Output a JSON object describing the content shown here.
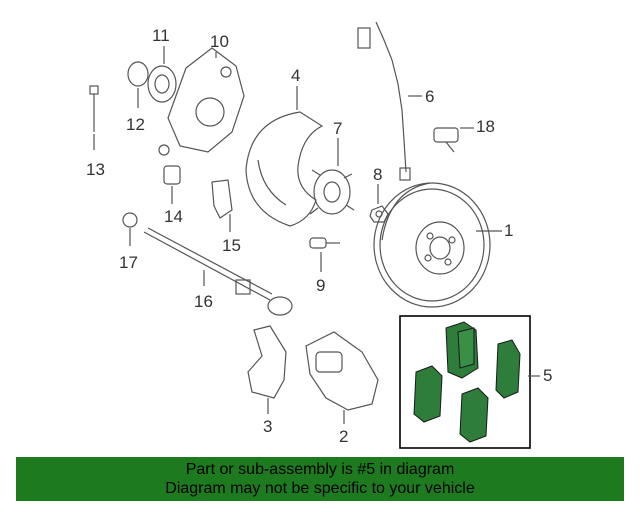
{
  "callouts": {
    "c1": "1",
    "c2": "2",
    "c3": "3",
    "c4": "4",
    "c5": "5",
    "c6": "6",
    "c7": "7",
    "c8": "8",
    "c9": "9",
    "c10": "10",
    "c11": "11",
    "c12": "12",
    "c13": "13",
    "c14": "14",
    "c15": "15",
    "c16": "16",
    "c17": "17",
    "c18": "18"
  },
  "footer": {
    "line1": "Part or sub-assembly is #5 in diagram",
    "line2": "Diagram may not be specific to your vehicle"
  },
  "colors": {
    "highlight_box_border": "#000000",
    "pad_green": "#2e7d3a",
    "footer_bg": "#1e7a1e"
  }
}
